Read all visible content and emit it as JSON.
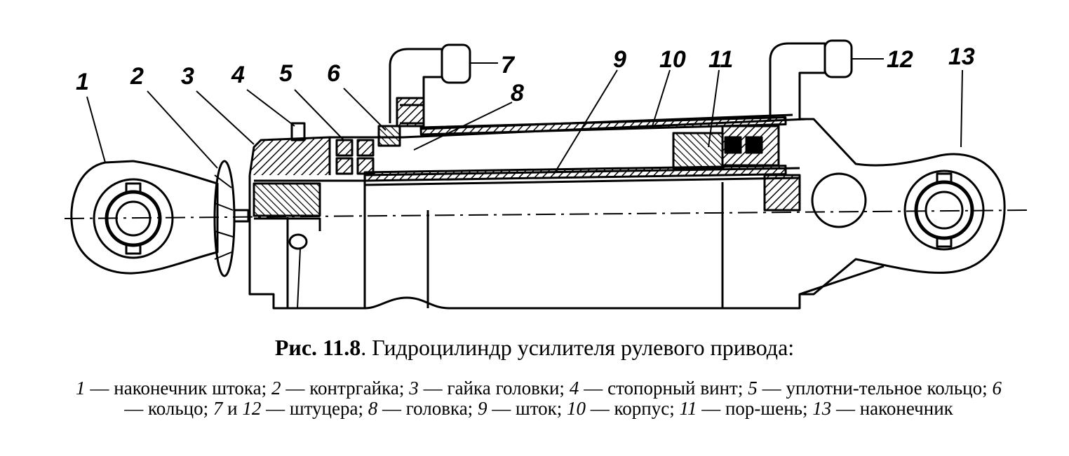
{
  "callouts": [
    "1",
    "2",
    "3",
    "4",
    "5",
    "6",
    "7",
    "8",
    "9",
    "10",
    "11",
    "12",
    "13"
  ],
  "caption": {
    "figure": "Рис. 11.8",
    "title": ". Гидроцилиндр усилителя рулевого привода:"
  },
  "legend": [
    {
      "num": "1",
      "text": " — наконечник штока; "
    },
    {
      "num": "2",
      "text": " — контргайка; "
    },
    {
      "num": "3",
      "text": " — гайка головки; "
    },
    {
      "num": "4",
      "text": " — стопорный винт; "
    },
    {
      "num": "5",
      "text": " — уплотни-тельное кольцо; "
    },
    {
      "num": "6",
      "text": " — кольцо; "
    },
    {
      "num": "7",
      "text": " и "
    },
    {
      "num": "12",
      "text": " — штуцера; "
    },
    {
      "num": "8",
      "text": " — головка; "
    },
    {
      "num": "9",
      "text": " — шток; "
    },
    {
      "num": "10",
      "text": " — корпус; "
    },
    {
      "num": "11",
      "text": " — пор-шень; "
    },
    {
      "num": "13",
      "text": " — наконечник"
    }
  ]
}
